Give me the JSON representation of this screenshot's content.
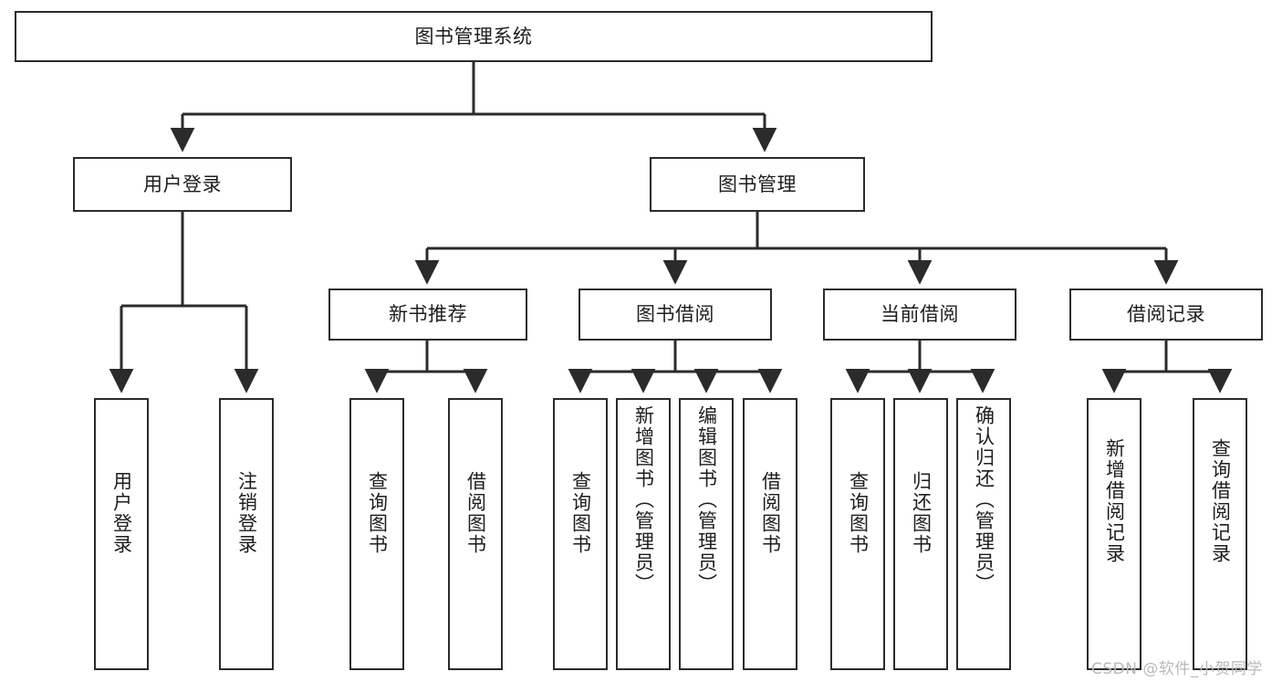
{
  "diagram": {
    "title": "图书管理系统",
    "type": "hierarchy-tree",
    "background_color": "#ffffff",
    "line_color": "#2b2b2b",
    "text_color": "#1d1d1d",
    "levels": [
      {
        "level": 1,
        "nodes": [
          {
            "id": "root",
            "label": "图书管理系统",
            "orientation": "horizontal"
          }
        ]
      },
      {
        "level": 2,
        "nodes": [
          {
            "id": "login",
            "label": "用户登录",
            "orientation": "horizontal"
          },
          {
            "id": "bookmgmt",
            "label": "图书管理",
            "orientation": "horizontal"
          }
        ]
      },
      {
        "level": 3,
        "nodes": [
          {
            "id": "newbook",
            "label": "新书推荐",
            "orientation": "horizontal"
          },
          {
            "id": "borrow",
            "label": "图书借阅",
            "orientation": "horizontal"
          },
          {
            "id": "current",
            "label": "当前借阅",
            "orientation": "horizontal"
          },
          {
            "id": "records",
            "label": "借阅记录",
            "orientation": "horizontal"
          }
        ]
      },
      {
        "level": 4,
        "nodes": [
          {
            "id": "leaf1",
            "label": "用户登录",
            "orientation": "vertical",
            "parent": "login"
          },
          {
            "id": "leaf2",
            "label": "注销登录",
            "orientation": "vertical",
            "parent": "login"
          },
          {
            "id": "leaf3",
            "label": "查询图书",
            "orientation": "vertical",
            "parent": "newbook"
          },
          {
            "id": "leaf4",
            "label": "借阅图书",
            "orientation": "vertical",
            "parent": "newbook"
          },
          {
            "id": "leaf5",
            "label": "查询图书",
            "orientation": "vertical",
            "parent": "borrow"
          },
          {
            "id": "leaf6",
            "label": "新增图书（管理员）",
            "orientation": "vertical",
            "parent": "borrow"
          },
          {
            "id": "leaf7",
            "label": "编辑图书（管理员）",
            "orientation": "vertical",
            "parent": "borrow"
          },
          {
            "id": "leaf8",
            "label": "借阅图书",
            "orientation": "vertical",
            "parent": "borrow"
          },
          {
            "id": "leaf9",
            "label": "查询图书",
            "orientation": "vertical",
            "parent": "current"
          },
          {
            "id": "leaf10",
            "label": "归还图书",
            "orientation": "vertical",
            "parent": "current"
          },
          {
            "id": "leaf11",
            "label": "确认归还（管理员）",
            "orientation": "vertical",
            "parent": "current"
          },
          {
            "id": "leaf12",
            "label": "新增借阅记录",
            "orientation": "vertical",
            "parent": "records"
          },
          {
            "id": "leaf13",
            "label": "查询借阅记录",
            "orientation": "vertical",
            "parent": "records"
          }
        ]
      }
    ]
  },
  "watermark": {
    "text": "CSDN @软件_小贺同学"
  }
}
